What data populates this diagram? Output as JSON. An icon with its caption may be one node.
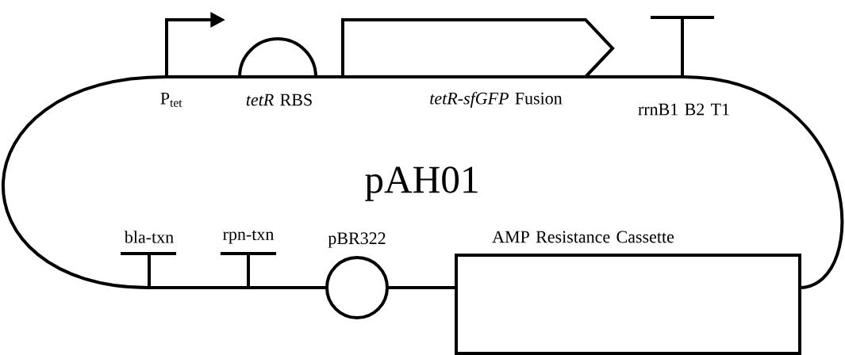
{
  "diagram": {
    "nodes": [
      {
        "text": [
          "pAH01"
        ]
      },
      {
        "text": [
          "P$_{tet}$"
        ]
      },
      {
        "text": [
          "*tetR* RBS"
        ]
      },
      {
        "text": [
          "*tetR-sfGFP* Fusion"
        ]
      },
      {
        "text": [
          "rrnB1 B2 T1"
        ]
      },
      {
        "text": [
          "bla-txn"
        ]
      },
      {
        "text": [
          "rpn-txn"
        ]
      },
      {
        "text": [
          "pBR322"
        ]
      },
      {
        "text": [
          "AMP Resistance Cassette"
        ]
      }
    ],
    "edges": [
      {
        "from": 1,
        "to": 2,
        "arrow": "none"
      },
      {
        "from": 2,
        "to": 3,
        "arrow": "none"
      },
      {
        "from": 3,
        "to": 4,
        "arrow": "none"
      },
      {
        "from": 4,
        "to": 8,
        "arrow": "none"
      },
      {
        "from": 8,
        "to": 7,
        "arrow": "none"
      },
      {
        "from": 7,
        "to": 6,
        "arrow": "none"
      },
      {
        "from": 6,
        "to": 5,
        "arrow": "none"
      },
      {
        "from": 5,
        "to": 1,
        "arrow": "none"
      }
    ]
  }
}
